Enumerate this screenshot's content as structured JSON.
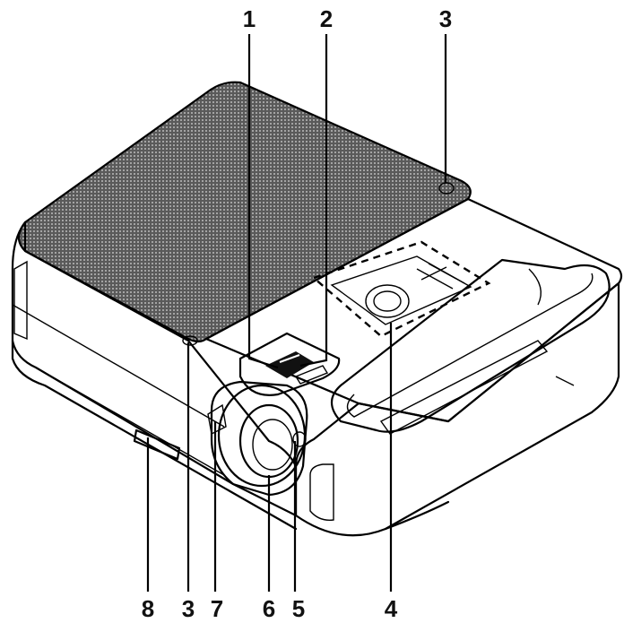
{
  "callouts": [
    {
      "id": "1",
      "label": "1"
    },
    {
      "id": "2",
      "label": "2"
    },
    {
      "id": "3a",
      "label": "3"
    },
    {
      "id": "8",
      "label": "8"
    },
    {
      "id": "3b",
      "label": "3"
    },
    {
      "id": "7",
      "label": "7"
    },
    {
      "id": "6",
      "label": "6"
    },
    {
      "id": "5",
      "label": "5"
    },
    {
      "id": "4",
      "label": "4"
    }
  ],
  "colors": {
    "line": "#000000",
    "grille": "#3c3c3c",
    "body_fill": "#ffffff"
  }
}
